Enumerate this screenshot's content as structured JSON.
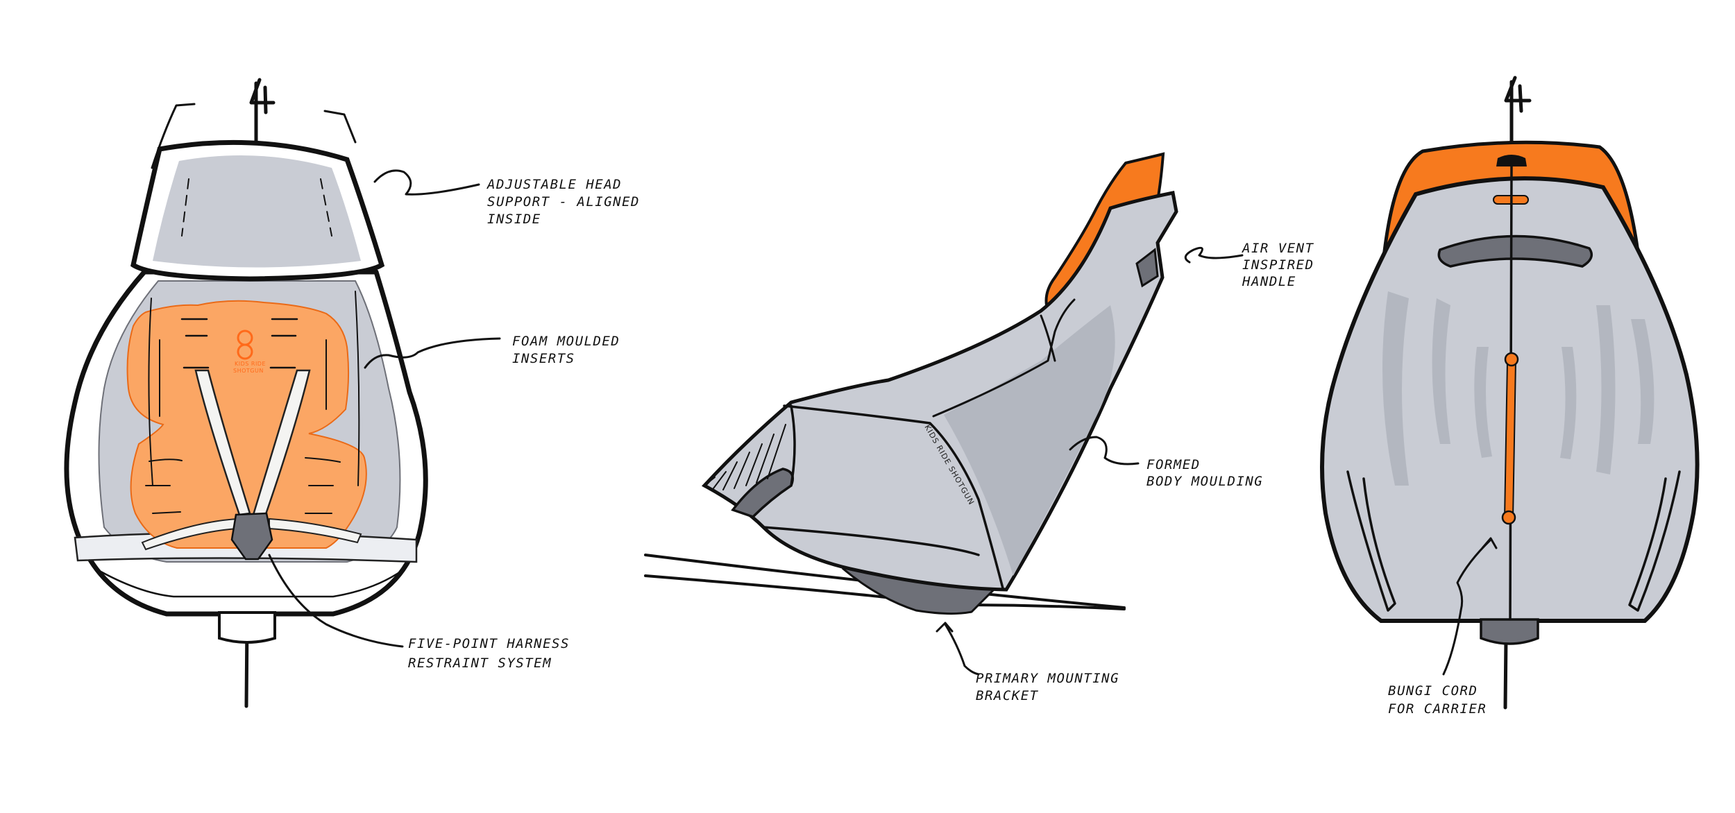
{
  "colors": {
    "ink": "#111111",
    "shell_grey": "#c9ccd4",
    "shade_grey": "#a9adb6",
    "dark_grey": "#6e7078",
    "foam_orange": "#fba664",
    "accent_orange": "#f77a1e",
    "paper": "#ffffff"
  },
  "views": {
    "front": {
      "notes": {
        "head_support": [
          "ADJUSTABLE HEAD",
          "SUPPORT - ALIGNED",
          "INSIDE"
        ],
        "foam_inserts": [
          "FOAM MOULDED",
          "INSERTS"
        ],
        "harness": [
          "FIVE-POINT HARNESS",
          "RESTRAINT SYSTEM"
        ]
      },
      "logo_text": [
        "KIDS RIDE",
        "SHOTGUN"
      ]
    },
    "side": {
      "notes": {
        "handle": [
          "AIR VENT",
          "INSPIRED",
          "HANDLE"
        ],
        "body": [
          "FORMED",
          "BODY MOULDING"
        ],
        "bracket": [
          "PRIMARY MOUNTING",
          "BRACKET"
        ]
      },
      "side_logo": "KIDS RIDE SHOTGUN"
    },
    "rear": {
      "notes": {
        "bungee": [
          "BUNGI CORD",
          "FOR CARRIER"
        ]
      }
    }
  }
}
